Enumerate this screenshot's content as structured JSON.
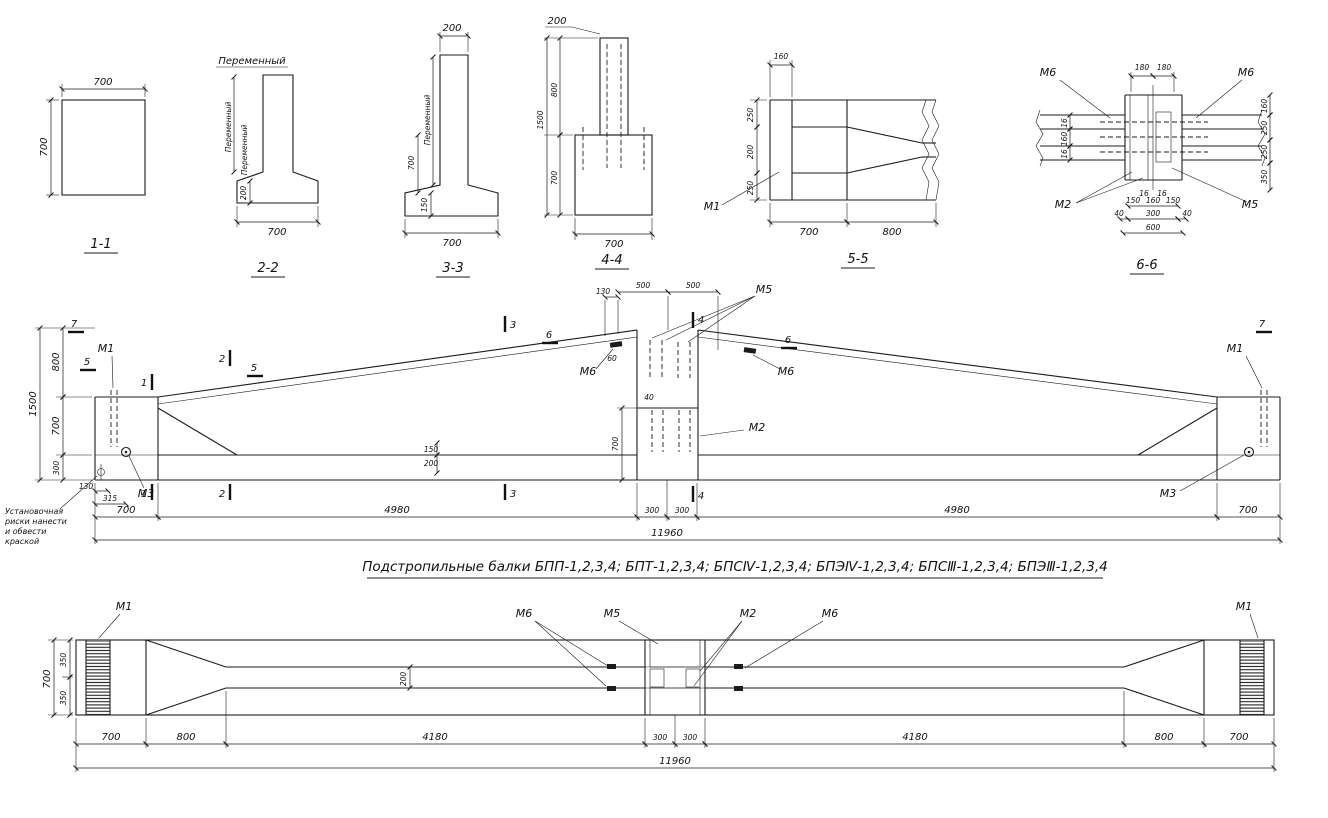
{
  "title": "Подстропильные балки БПП-1,2,3,4; БПТ-1,2,3,4; БПСⅣ-1,2,3,4; БПЭⅣ-1,2,3,4; БПСⅢ-1,2,3,4; БПЭⅢ-1,2,3,4",
  "labels": {
    "s11": "1-1",
    "s22": "2-2",
    "s33": "3-3",
    "s44": "4-4",
    "s55": "5-5",
    "s66": "6-6",
    "peremenny": "Переменный"
  },
  "marks": {
    "m1": "М1",
    "m2": "М2",
    "m3": "М3",
    "m5": "М5",
    "m6": "М6"
  },
  "cuts": {
    "c1": "1",
    "c2": "2",
    "c3": "3",
    "c4": "4",
    "c5": "5",
    "c6": "6",
    "c7": "7"
  },
  "dims": {
    "d16": "16",
    "d40": "40",
    "d60": "60",
    "d130": "130",
    "d150": "150",
    "d160": "160",
    "d180": "180",
    "d200": "200",
    "d250": "250",
    "d300": "300",
    "d315": "315",
    "d350": "350",
    "d500": "500",
    "d600": "600",
    "d700": "700",
    "d800": "800",
    "d1500": "1500",
    "d4180": "4180",
    "d4980": "4980",
    "d11960": "11960"
  },
  "note": {
    "l1": "Установочная",
    "l2": "риски нанести",
    "l3": "и обвести",
    "l4": "краской"
  }
}
